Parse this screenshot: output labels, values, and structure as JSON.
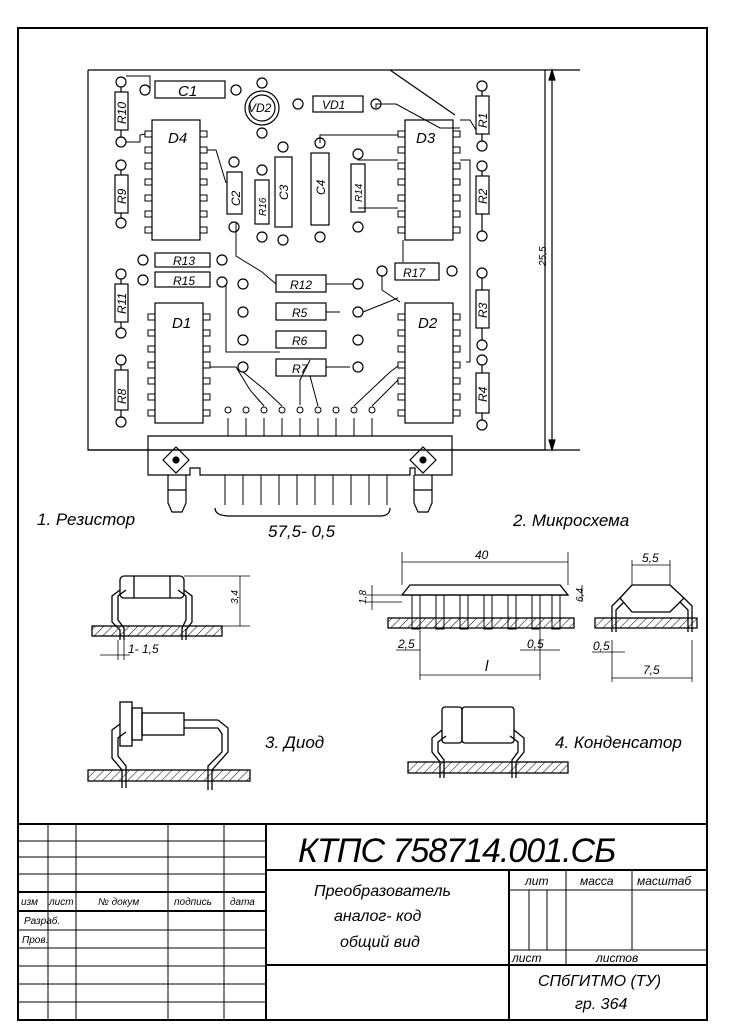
{
  "board": {
    "components": {
      "C1": "C1",
      "VD2": "VD2",
      "VD1": "VD1",
      "R10": "R10",
      "R1": "R1",
      "D4": "D4",
      "D3": "D3",
      "C2": "C2",
      "R16": "R16",
      "C3": "C3",
      "C4": "C4",
      "R14": "R14",
      "R9": "R9",
      "R2": "R2",
      "R13": "R13",
      "R15": "R15",
      "R12": "R12",
      "R17": "R17",
      "R5": "R5",
      "R6": "R6",
      "R7": "R7",
      "D1": "D1",
      "D2": "D2",
      "R11": "R11",
      "R3": "R3",
      "R8": "R8",
      "R4": "R4"
    },
    "height_dim": "25,5",
    "connector_dim": "57,5- 0,5"
  },
  "details": {
    "resistor_caption": "1. Резистор",
    "chip_caption": "2. Микросхема",
    "diode_caption": "3. Диод",
    "capacitor_caption": "4. Конденсатор",
    "resistor_dims": {
      "height": "3,4",
      "lead": "1- 1,5"
    },
    "chip_dims": {
      "length": "40",
      "height": "1,8",
      "thickness": "6,4",
      "pitch": "2,5",
      "pad": "0,5",
      "span": "l"
    },
    "chip_side_dims": {
      "top": "5,5",
      "gap": "0,5",
      "width": "7,5"
    }
  },
  "title_block": {
    "designation": "КТПС 758714.001.СБ",
    "name_lines": [
      "Преобразователь",
      "аналог- код",
      "общий вид"
    ],
    "header_labels": [
      "изм",
      "лист",
      "№ докум",
      "подпись",
      "дата"
    ],
    "row_labels": [
      "Разраб.",
      "Пров."
    ],
    "lit_label": "лит",
    "mass_label": "масса",
    "scale_label": "масштаб",
    "sheet_label": "лист",
    "sheets_label": "листов",
    "org": "СПбГИТМО (ТУ)",
    "group": "гр. 364"
  }
}
